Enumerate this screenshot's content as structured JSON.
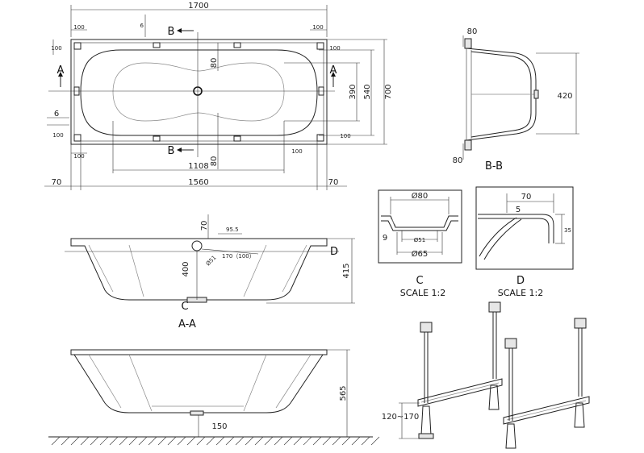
{
  "plan": {
    "overall_length": "1700",
    "inner_length": "1560",
    "side_left": "70",
    "side_right": "70",
    "bottom_length": "1108",
    "height_overall": "700",
    "height_540": "540",
    "height_390": "390",
    "d100_a": "100",
    "d100_b": "100",
    "d100_c": "100",
    "d100_d": "100",
    "d100_e": "100",
    "d100_f": "100",
    "d100_g": "100",
    "d100_h": "100",
    "d6_top": "6",
    "d6_left": "6",
    "d80_top": "80",
    "d80_bottom": "80",
    "section_b_top": "B",
    "section_b_bottom": "B",
    "section_a_left": "A",
    "section_a_right": "A"
  },
  "section_bb": {
    "label": "B-B",
    "d80_top": "80",
    "d80_bottom": "80",
    "d420": "420"
  },
  "detail_c": {
    "d80": "Ø80",
    "d51": "Ø51",
    "d65": "Ø65",
    "d9": "9",
    "label": "C",
    "scale": "SCALE 1:2"
  },
  "detail_d": {
    "d70": "70",
    "d5": "5",
    "d35": "35",
    "label": "D",
    "scale": "SCALE 1:2"
  },
  "section_aa": {
    "label": "A-A",
    "d70": "70",
    "d955": "95.5",
    "d170": "170（100）",
    "d51": "Ø51",
    "d400": "400",
    "d415": "415",
    "mark_c": "C",
    "mark_d": "D"
  },
  "elevation": {
    "d565": "565",
    "d150": "150"
  },
  "legs": {
    "range": "120~170"
  }
}
